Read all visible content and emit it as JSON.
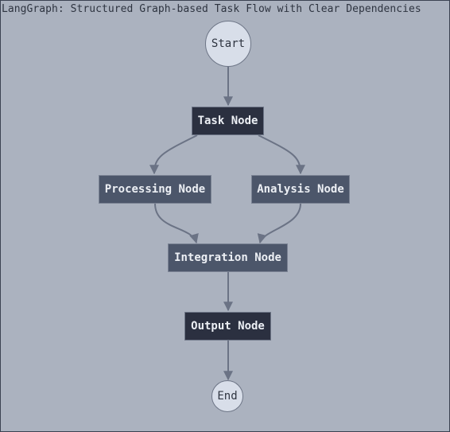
{
  "title": "LangGraph: Structured Graph-based Task Flow with Clear Dependencies",
  "nodes": {
    "start": "Start",
    "task": "Task Node",
    "processing": "Processing Node",
    "analysis": "Analysis Node",
    "integration": "Integration Node",
    "output": "Output Node",
    "end": "End"
  },
  "edges": [
    {
      "from": "Start",
      "to": "Task Node"
    },
    {
      "from": "Task Node",
      "to": "Processing Node"
    },
    {
      "from": "Task Node",
      "to": "Analysis Node"
    },
    {
      "from": "Processing Node",
      "to": "Integration Node"
    },
    {
      "from": "Analysis Node",
      "to": "Integration Node"
    },
    {
      "from": "Integration Node",
      "to": "Output Node"
    },
    {
      "from": "Output Node",
      "to": "End"
    }
  ],
  "colors": {
    "background": "#abb2bf",
    "dark_node": "#2b3040",
    "mid_node": "#4c566a",
    "terminal_node": "#d8dee9",
    "edge": "#6b7385"
  }
}
